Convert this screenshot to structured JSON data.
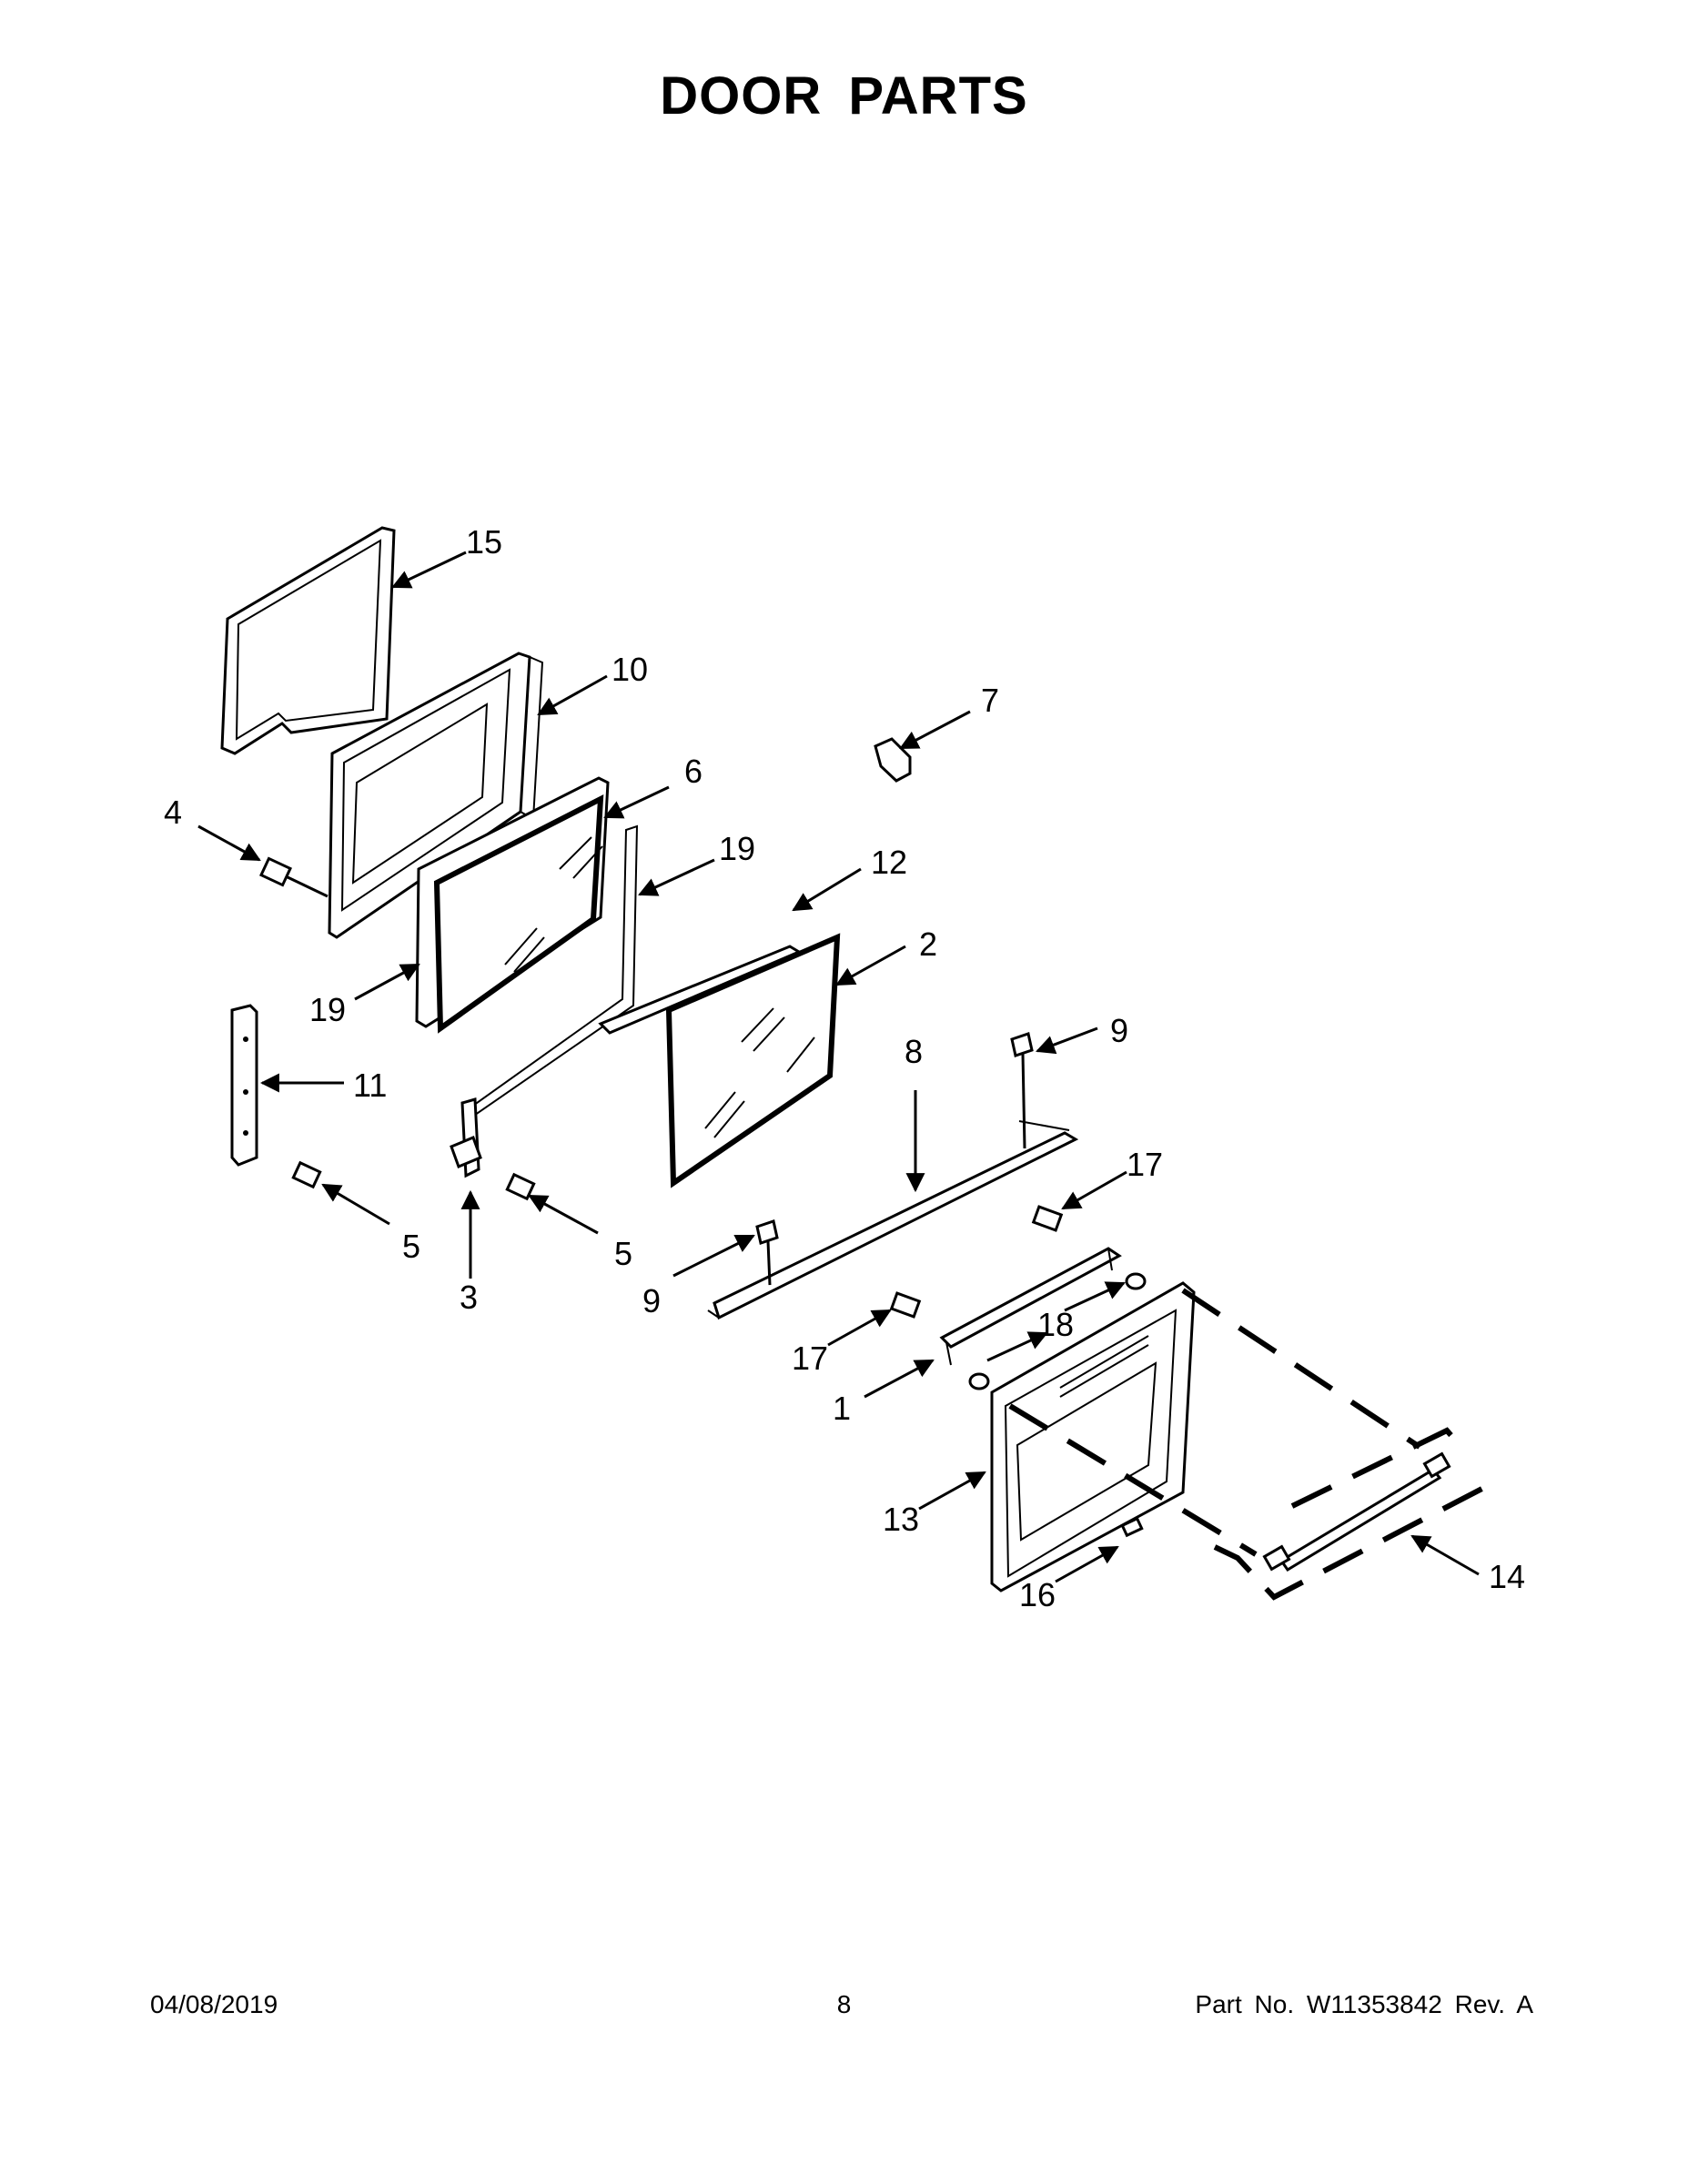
{
  "header": {
    "title": "DOOR PARTS"
  },
  "callouts": [
    "15",
    "10",
    "7",
    "4",
    "6",
    "19",
    "12",
    "2",
    "19",
    "11",
    "9",
    "8",
    "17",
    "5",
    "5",
    "3",
    "9",
    "18",
    "17",
    "1",
    "13",
    "14",
    "16"
  ],
  "footer": {
    "date": "04/08/2019",
    "page": "8",
    "part_no": "Part No.  W11353842  Rev.  A"
  }
}
